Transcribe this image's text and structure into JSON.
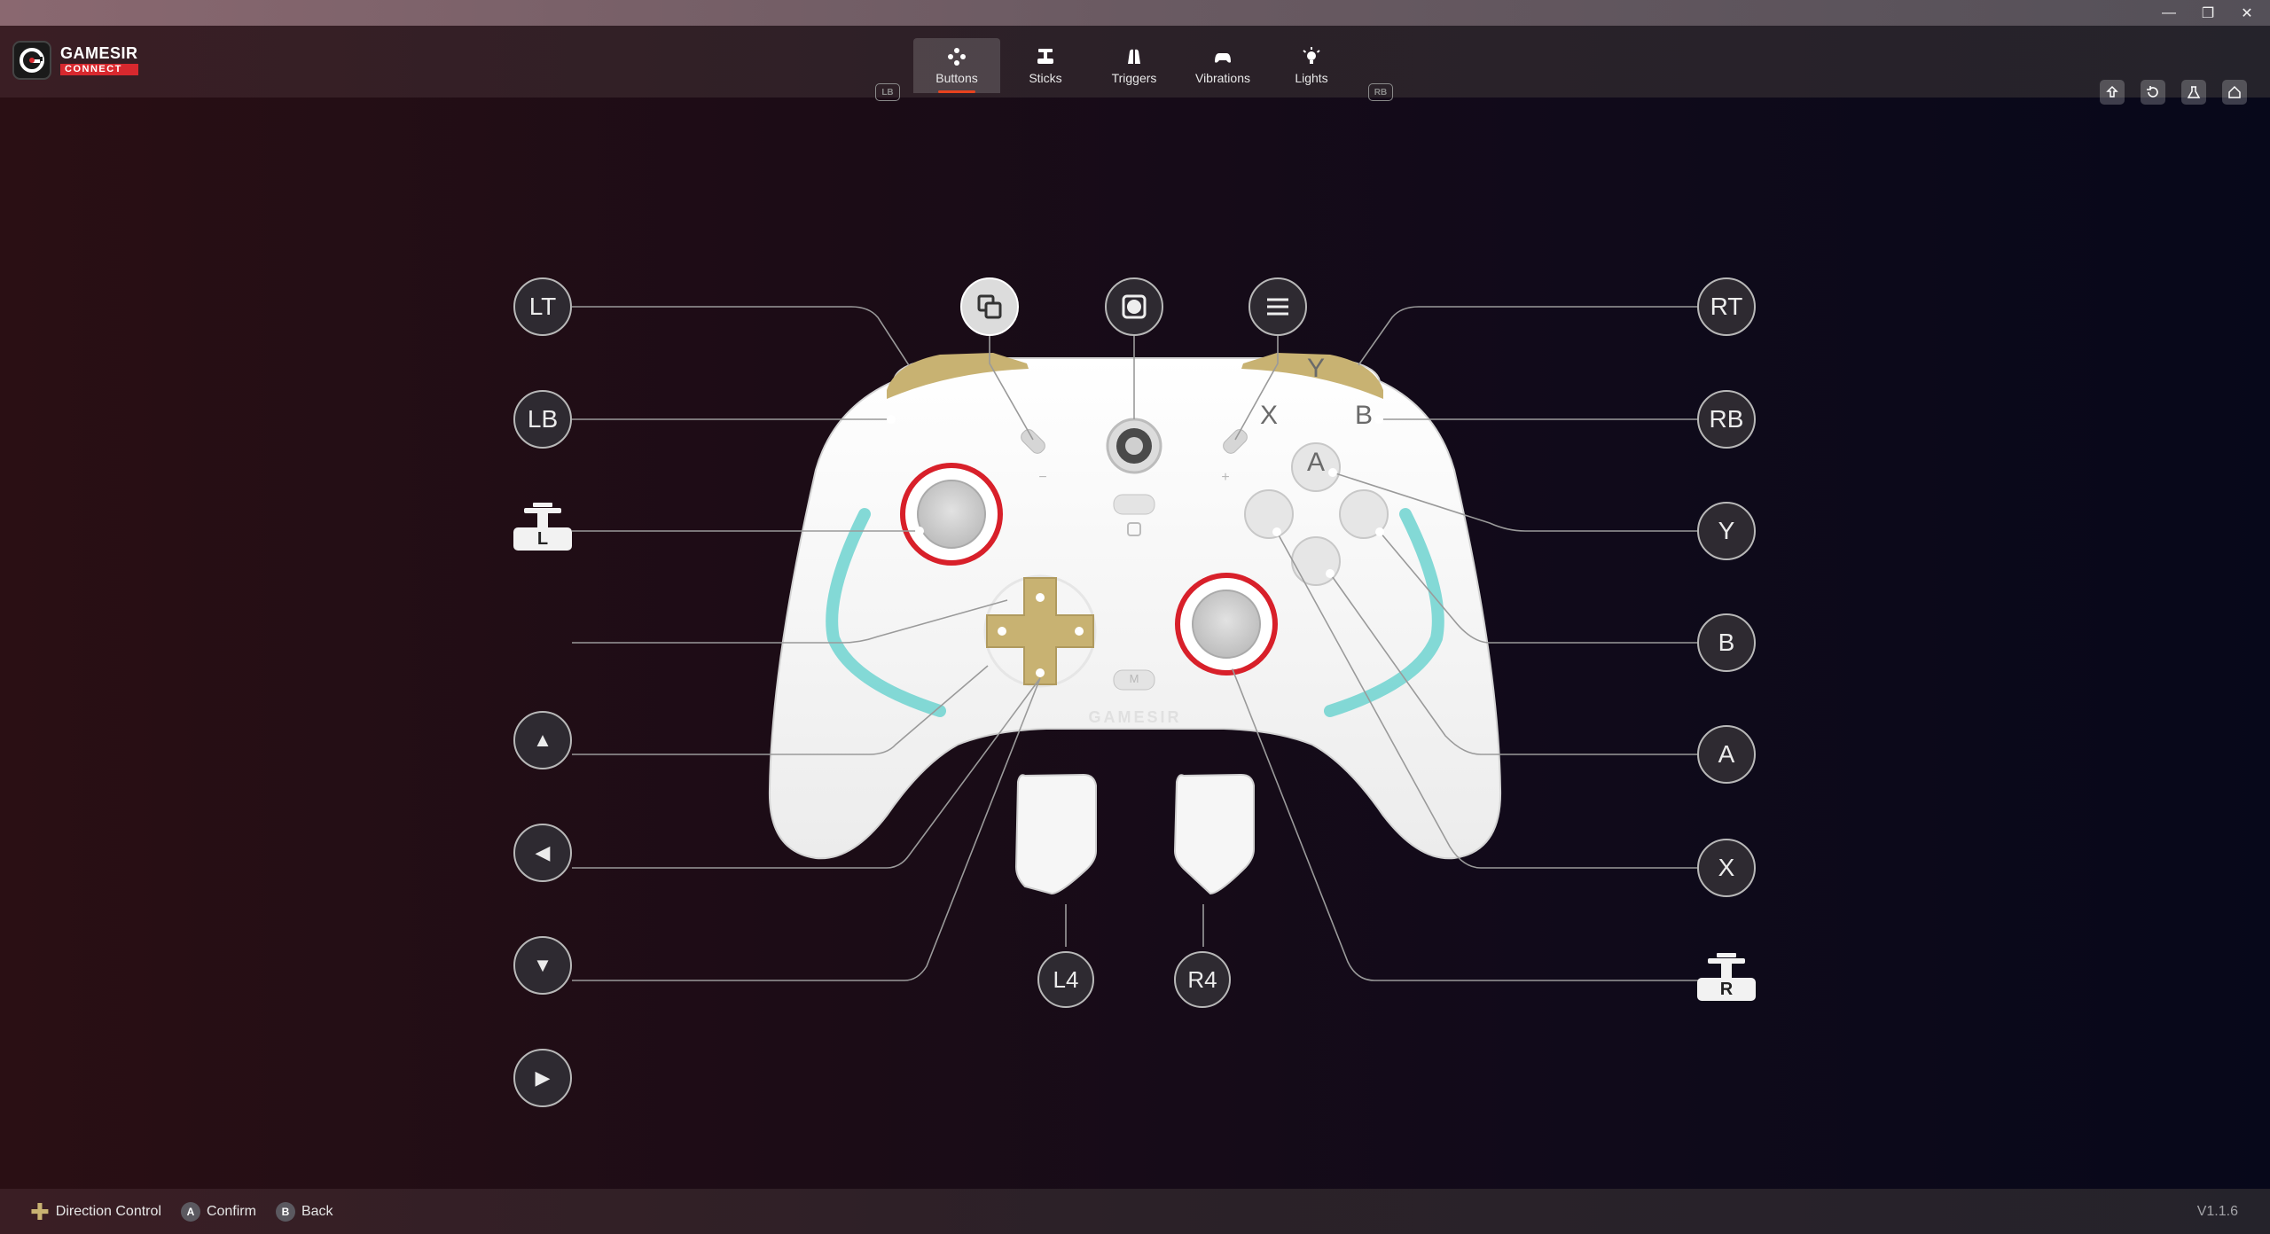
{
  "titlebar": {
    "minimize_label": "—",
    "maximize_label": "❐",
    "close_label": "✕"
  },
  "logo": {
    "brand": "GAMESIR",
    "sub": "CONNECT"
  },
  "tabs": [
    {
      "label": "Buttons",
      "icon": "buttons-icon",
      "active": true
    },
    {
      "label": "Sticks",
      "icon": "sticks-icon",
      "active": false
    },
    {
      "label": "Triggers",
      "icon": "triggers-icon",
      "active": false
    },
    {
      "label": "Vibrations",
      "icon": "vibrations-icon",
      "active": false
    },
    {
      "label": "Lights",
      "icon": "lights-icon",
      "active": false
    }
  ],
  "tab_nav": {
    "prev": "LB",
    "next": "RB"
  },
  "top_actions": [
    "upload-icon",
    "reset-icon",
    "lab-icon",
    "home-icon"
  ],
  "left_buttons": {
    "lt": "LT",
    "lb": "LB",
    "l_stick": "L",
    "dpad_up": "▲",
    "dpad_left": "◀",
    "dpad_down": "▼",
    "dpad_right": "▶"
  },
  "right_buttons": {
    "rt": "RT",
    "rb": "RB",
    "y": "Y",
    "b": "B",
    "a": "A",
    "x": "X",
    "r_stick": "R"
  },
  "center_buttons": [
    "view-icon",
    "capture-icon",
    "menu-icon"
  ],
  "back_paddles": {
    "l4": "L4",
    "r4": "R4"
  },
  "controller": {
    "face": {
      "y": "Y",
      "x": "X",
      "b": "B",
      "a": "A"
    },
    "brand_text": "GAMESIR",
    "m_button": "M",
    "plus": "+",
    "minus": "−"
  },
  "bottom_hints": [
    {
      "key": "✚",
      "label": "Direction Control"
    },
    {
      "key": "A",
      "label": "Confirm"
    },
    {
      "key": "B",
      "label": "Back"
    }
  ],
  "version": "V1.1.6",
  "colors": {
    "accent": "#e8421e",
    "stick_ring": "#d8202a",
    "dpad_gold": "#c8b272",
    "light_bar": "#6fd3d0",
    "controller_body": "#f4f4f4"
  }
}
